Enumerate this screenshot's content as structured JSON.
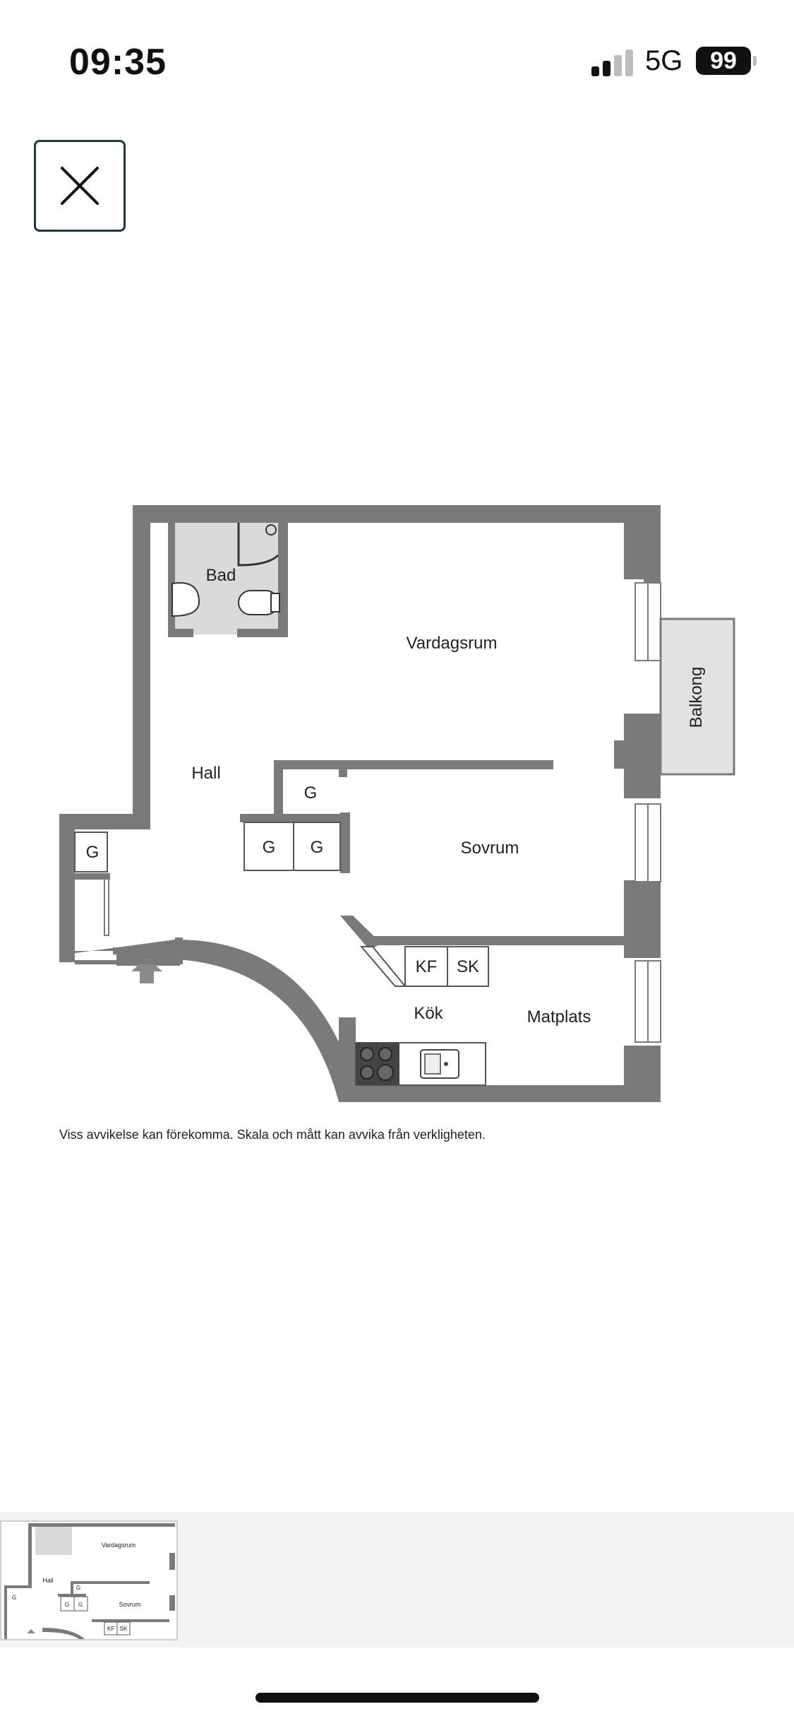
{
  "status_bar": {
    "time": "09:35",
    "network": "5G",
    "battery_level": "99",
    "signal_bars_active": 2,
    "signal_bars_total": 4
  },
  "viewer": {
    "close_icon": "close-x-icon",
    "accent_color": "#1f3b2a"
  },
  "floorplan": {
    "rooms": {
      "bad": "Bad",
      "vardagsrum": "Vardagsrum",
      "balkong": "Balkong",
      "hall": "Hall",
      "sovrum": "Sovrum",
      "kok": "Kök",
      "matplats": "Matplats"
    },
    "fixtures": {
      "g": "G",
      "kf": "KF",
      "sk": "SK"
    },
    "colors": {
      "wall": "#7a7a7a",
      "wet_room": "#dcdad8",
      "balcony": "#e4e2e0"
    },
    "disclaimer": "Viss avvikelse kan förekomma. Skala och mått kan avvika från verkligheten."
  },
  "thumbnails": [
    {
      "label": "floorplan-thumbnail",
      "selected": true
    }
  ]
}
